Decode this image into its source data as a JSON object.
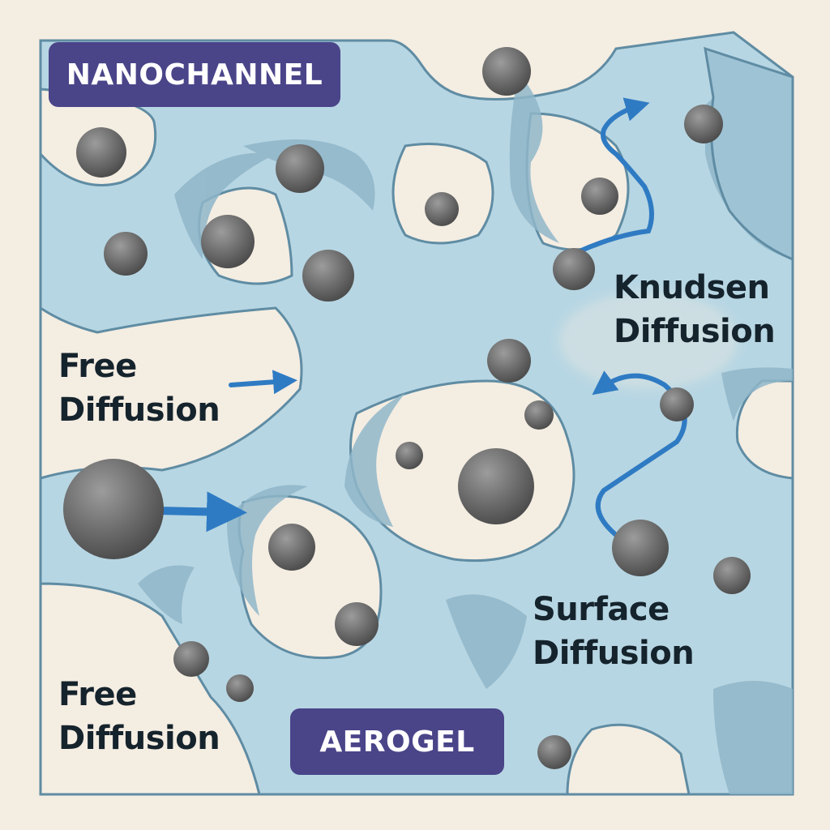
{
  "tags": {
    "top": "NANOCHANNEL",
    "bottom": "AEROGEL"
  },
  "labels": {
    "knudsen_line1": "Knudsen",
    "knudsen_line2": "Diffusion",
    "free_mid_line1": "Free",
    "free_mid_line2": "Diffusion",
    "surface_line1": "Surface",
    "surface_line2": "Diffusion",
    "free_low_line1": "Free",
    "free_low_line2": "Diffusion"
  },
  "colors": {
    "background": "#f4ede2",
    "solid_matrix": "#b7d6e3",
    "pore_wall": "#7fa9bf",
    "outline": "#5f8ca3",
    "particle": "#6e6e6e",
    "arrow": "#2f7bc3",
    "tag_fill": "#4a4489",
    "tag_text": "#ffffff",
    "label_text": "#15232c"
  }
}
